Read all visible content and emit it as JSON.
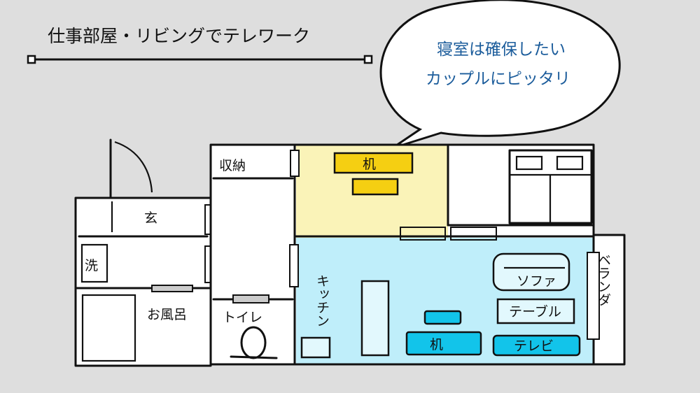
{
  "title": "仕事部屋・リビングでテレワーク",
  "bubble": {
    "line1": "寝室は確保したい",
    "line2": "カップルにピッタリ",
    "text_color": "#1b5c9b"
  },
  "rooms": {
    "storage": "収納",
    "desk_work": "机",
    "entrance": "玄",
    "washer": "洗",
    "bath": "お風呂",
    "toilet": "トイレ",
    "kitchen": "キッチン",
    "sofa": "ソファ",
    "table": "テーブル",
    "desk_living": "机",
    "tv": "テレビ",
    "balcony": "ベランダ"
  },
  "colors": {
    "background": "#dedede",
    "work_room": "#faf3b8",
    "living_room": "#bfeefa",
    "furniture_yellow": "#f5cf12",
    "furniture_blue": "#12c4ea",
    "furniture_light": "#e2f8fd"
  }
}
